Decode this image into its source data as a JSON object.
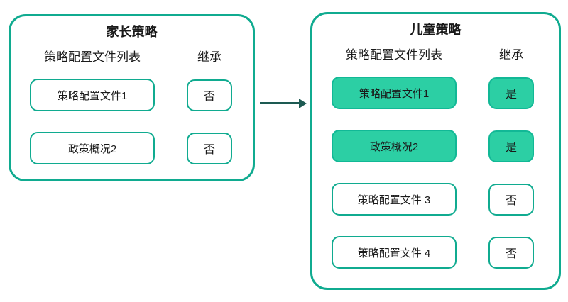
{
  "colors": {
    "border_teal": "#10ab90",
    "fill_green": "#2ccfa4",
    "fill_green_border": "#12b896",
    "arrow_color": "#1d5a52",
    "text_color": "#1a1a1a",
    "bg": "#ffffff"
  },
  "panels": [
    {
      "title": "家长策略",
      "columns": {
        "profiles": "策略配置文件列表",
        "inherit": "继承"
      },
      "rows": [
        {
          "profile": "策略配置文件1",
          "inherit": "否",
          "highlighted": false
        },
        {
          "profile": "政策概况2",
          "inherit": "否",
          "highlighted": false
        }
      ]
    },
    {
      "title": "儿童策略",
      "columns": {
        "profiles": "策略配置文件列表",
        "inherit": "继承"
      },
      "rows": [
        {
          "profile": "策略配置文件1",
          "inherit": "是",
          "highlighted": true
        },
        {
          "profile": "政策概况2",
          "inherit": "是",
          "highlighted": true
        },
        {
          "profile": "策略配置文件 3",
          "inherit": "否",
          "highlighted": false
        },
        {
          "profile": "策略配置文件 4",
          "inherit": "否",
          "highlighted": false
        }
      ]
    }
  ],
  "arrow": {
    "direction": "right"
  }
}
